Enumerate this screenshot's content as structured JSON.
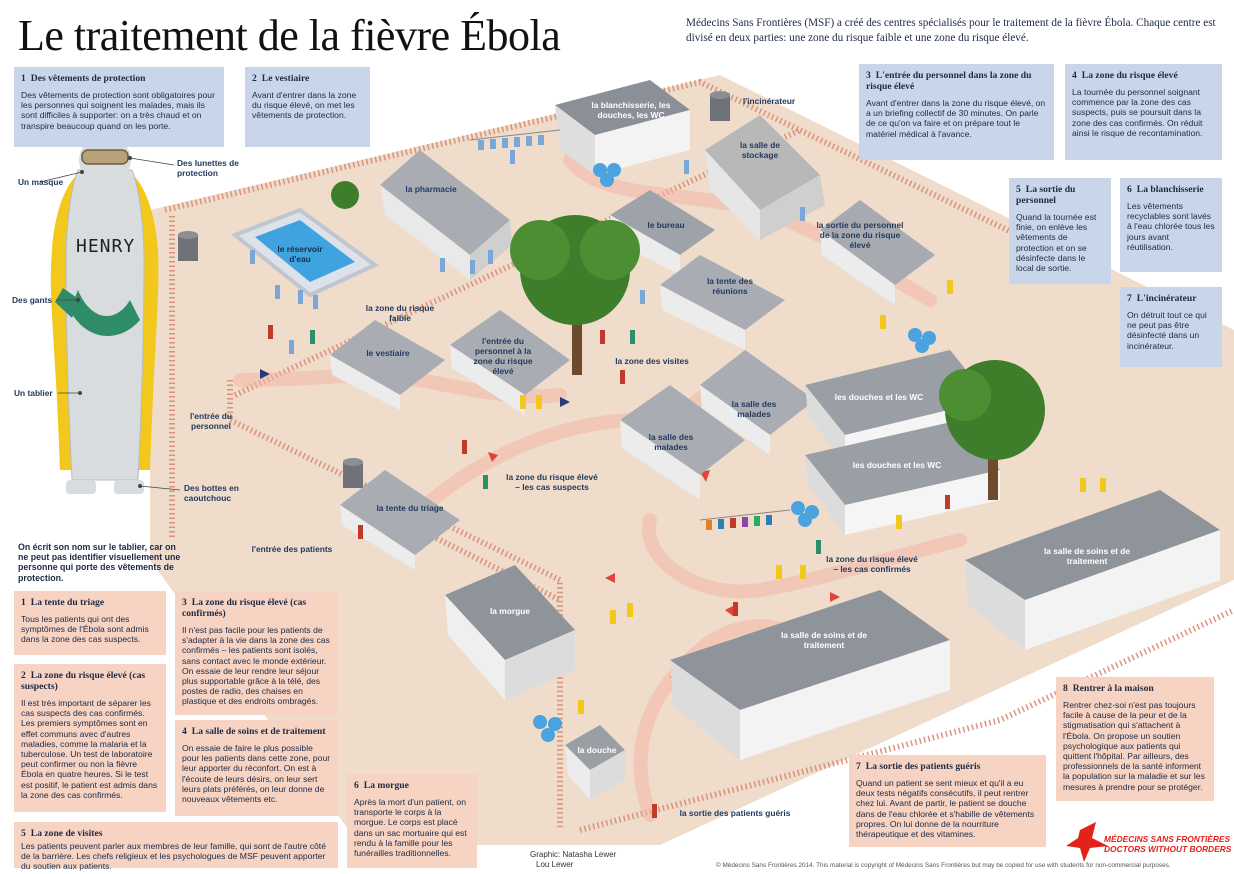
{
  "title": "Le traitement de la fièvre Ébola",
  "intro": "Médecins Sans Frontières (MSF) a créé des centres spécialisés pour le traitement de la fièvre Ébola. Chaque centre est divisé en deux parties: une zone du risque faible et une zone du risque élevé.",
  "boxes": {
    "vetements": {
      "num": "1",
      "title": "Des vêtements de protection",
      "text": "Des vêtements de protection sont obligatoires pour les personnes qui soignent les malades, mais ils sont difficiles à supporter: on a très chaud et on transpire beaucoup quand on les porte."
    },
    "vestiaire": {
      "num": "2",
      "title": "Le vestiaire",
      "text": "Avant d'entrer dans la zone du risque élevé, on met les vêtements de protection."
    },
    "entree_personnel": {
      "num": "3",
      "title": "L'entrée du personnel dans la zone du risque élevé",
      "text": "Avant d'entrer dans la zone du risque élevé, on a un briefing collectif de 30 minutes. On parle de ce qu'on va faire et on prépare tout le matériel médical à l'avance."
    },
    "zone_risque_eleve": {
      "num": "4",
      "title": "La zone du risque élevé",
      "text": "La tournée du personnel soignant commence par la zone des cas suspects, puis se poursuit dans la zone des cas confirmés. On réduit ainsi le risque de recontamination."
    },
    "sortie_personnel": {
      "num": "5",
      "title": "La sortie du personnel",
      "text": "Quand la tournée est finie, on enlève les vêtements de protection et on se désinfecte dans le local de sortie."
    },
    "blanchisserie": {
      "num": "6",
      "title": "La blanchisserie",
      "text": "Les vêtements recyclables sont lavés à l'eau chlorée tous les jours avant réutilisation."
    },
    "incinerateur": {
      "num": "7",
      "title": "L'incinérateur",
      "text": "On détruit tout ce qui ne peut pas être désinfecté dans un incinérateur."
    },
    "triage": {
      "num": "1",
      "title": "La tente du triage",
      "text": "Tous les patients qui ont des symptômes de l'Ébola sont admis dans la zone des cas suspects."
    },
    "cas_suspects": {
      "num": "2",
      "title": "La zone du risque élevé (cas suspects)",
      "text": "Il est très important de séparer les cas suspects des cas confirmés. Les premiers symptômes sont en effet communs avec d'autres maladies, comme la malaria et la tuberculose. Un test de laboratoire peut confirmer ou non la fièvre Ébola en quatre heures. Si le test est positif, le patient est admis dans la zone des cas confirmés."
    },
    "cas_confirmes": {
      "num": "3",
      "title": "La zone du risque élevé (cas confirmés)",
      "text": "Il n'est pas facile pour les patients de s'adapter à la vie dans la zone des cas confirmés – les patients sont isolés, sans contact avec le monde extérieur. On essaie de leur rendre leur séjour plus supportable grâce à la télé, des postes de radio, des chaises en plastique et des endroits ombragés."
    },
    "salle_soins": {
      "num": "4",
      "title": "La salle de soins et de traitement",
      "text": "On essaie de faire le plus possible pour les patients dans cette zone, pour leur apporter du réconfort. On est à l'écoute de leurs désirs, on leur sert leurs plats préférés, on leur donne de nouveaux vêtements etc."
    },
    "visites": {
      "num": "5",
      "title": "La zone de visites",
      "text": "Les patients peuvent parler aux membres de leur famille, qui sont de l'autre côté de la barrière. Les chefs religieux et les psychologues de MSF peuvent apporter du soutien aux patients."
    },
    "morgue": {
      "num": "6",
      "title": "La morgue",
      "text": "Après la mort d'un patient, on transporte le corps à la morgue. Le corps est placé dans un sac mortuaire qui est rendu à la famille pour les funérailles traditionnelles."
    },
    "sortie_gueris": {
      "num": "7",
      "title": "La sortie des patients guéris",
      "text": "Quand un patient se sent mieux et qu'il a eu deux tests négatifs consécutifs, il peut rentrer chez lui. Avant de partir, le patient se douche dans de l'eau chlorée et s'habille de vêtements propres. On lui donne de la nourriture thérapeutique et des vitamines."
    },
    "maison": {
      "num": "8",
      "title": "Rentrer à la maison",
      "text": "Rentrer chez-soi n'est pas toujours facile à cause de la peur et de la stigmatisation qui s'attachent à l'Ébola. On propose un soutien psychologique aux patients qui quittent l'hôpital. Par ailleurs, des professionnels de la santé informent la population sur la maladie et sur les mesures à prendre pour se protéger."
    }
  },
  "suit_labels": {
    "masque": "Un masque",
    "lunettes": "Des lunettes de protection",
    "gants": "Des gants",
    "tablier": "Un tablier",
    "bottes": "Des bottes en caoutchouc",
    "name_on_apron": "HENRY"
  },
  "note": "On écrit son nom sur le tablier, car on ne peut pas identifier visuellement une personne qui porte des vêtements de protection.",
  "map_labels": {
    "blanchisserie": "la blanchisserie, les douches, les WC",
    "incinerateur": "l'incinérateur",
    "stockage": "la salle de stockage",
    "pharmacie": "la pharmacie",
    "reservoir": "le réservoir d'eau",
    "bureau": "le bureau",
    "sortie_personnel": "la sortie du personnel de la zone du risque élevé",
    "reunions": "la tente des réunions",
    "zone_faible": "la zone du risque faible",
    "vestiaire": "le vestiaire",
    "entree_personnel_zone": "l'entrée du personnel à la zone du risque élevé",
    "visites": "la zone des visites",
    "entree_personnel": "l'entrée du personnel",
    "malades1": "la salle des malades",
    "malades2": "la salle des malades",
    "douches1": "les douches et les WC",
    "douches2": "les douches et les WC",
    "suspects": "la zone du risque élevé – les cas suspects",
    "triage": "la tente du triage",
    "entree_patients": "l'entrée des patients",
    "morgue": "la morgue",
    "confirmes": "la zone du risque élevé – les cas confirmés",
    "soins1": "la salle de soins et de traitement",
    "soins2": "la salle de soins et de traitement",
    "douche": "la douche",
    "sortie_gueris": "la sortie des patients guéris"
  },
  "credit": {
    "line1": "Graphic: Natasha Lewer",
    "line2": "Lou Lewer"
  },
  "copyright": "© Médecins Sans Frontières 2014. This material is copyright of Médecins Sans Frontières but may be copied for use with students for non-commercial purposes.",
  "logo": {
    "line1": "MÉDECINS SANS FRONTIÈRES",
    "line2": "DOCTORS WITHOUT BORDERS"
  },
  "colors": {
    "ground": "#efdccb",
    "fence": "#d88a72",
    "path": "#f4b6a8",
    "box_blue": "#c9d6ea",
    "box_pink": "#f6d3c2",
    "arrow_navy": "#2a3a7a",
    "arrow_red": "#e0443a",
    "suit_yellow": "#f2c81d",
    "glove_green": "#2f8c68"
  }
}
